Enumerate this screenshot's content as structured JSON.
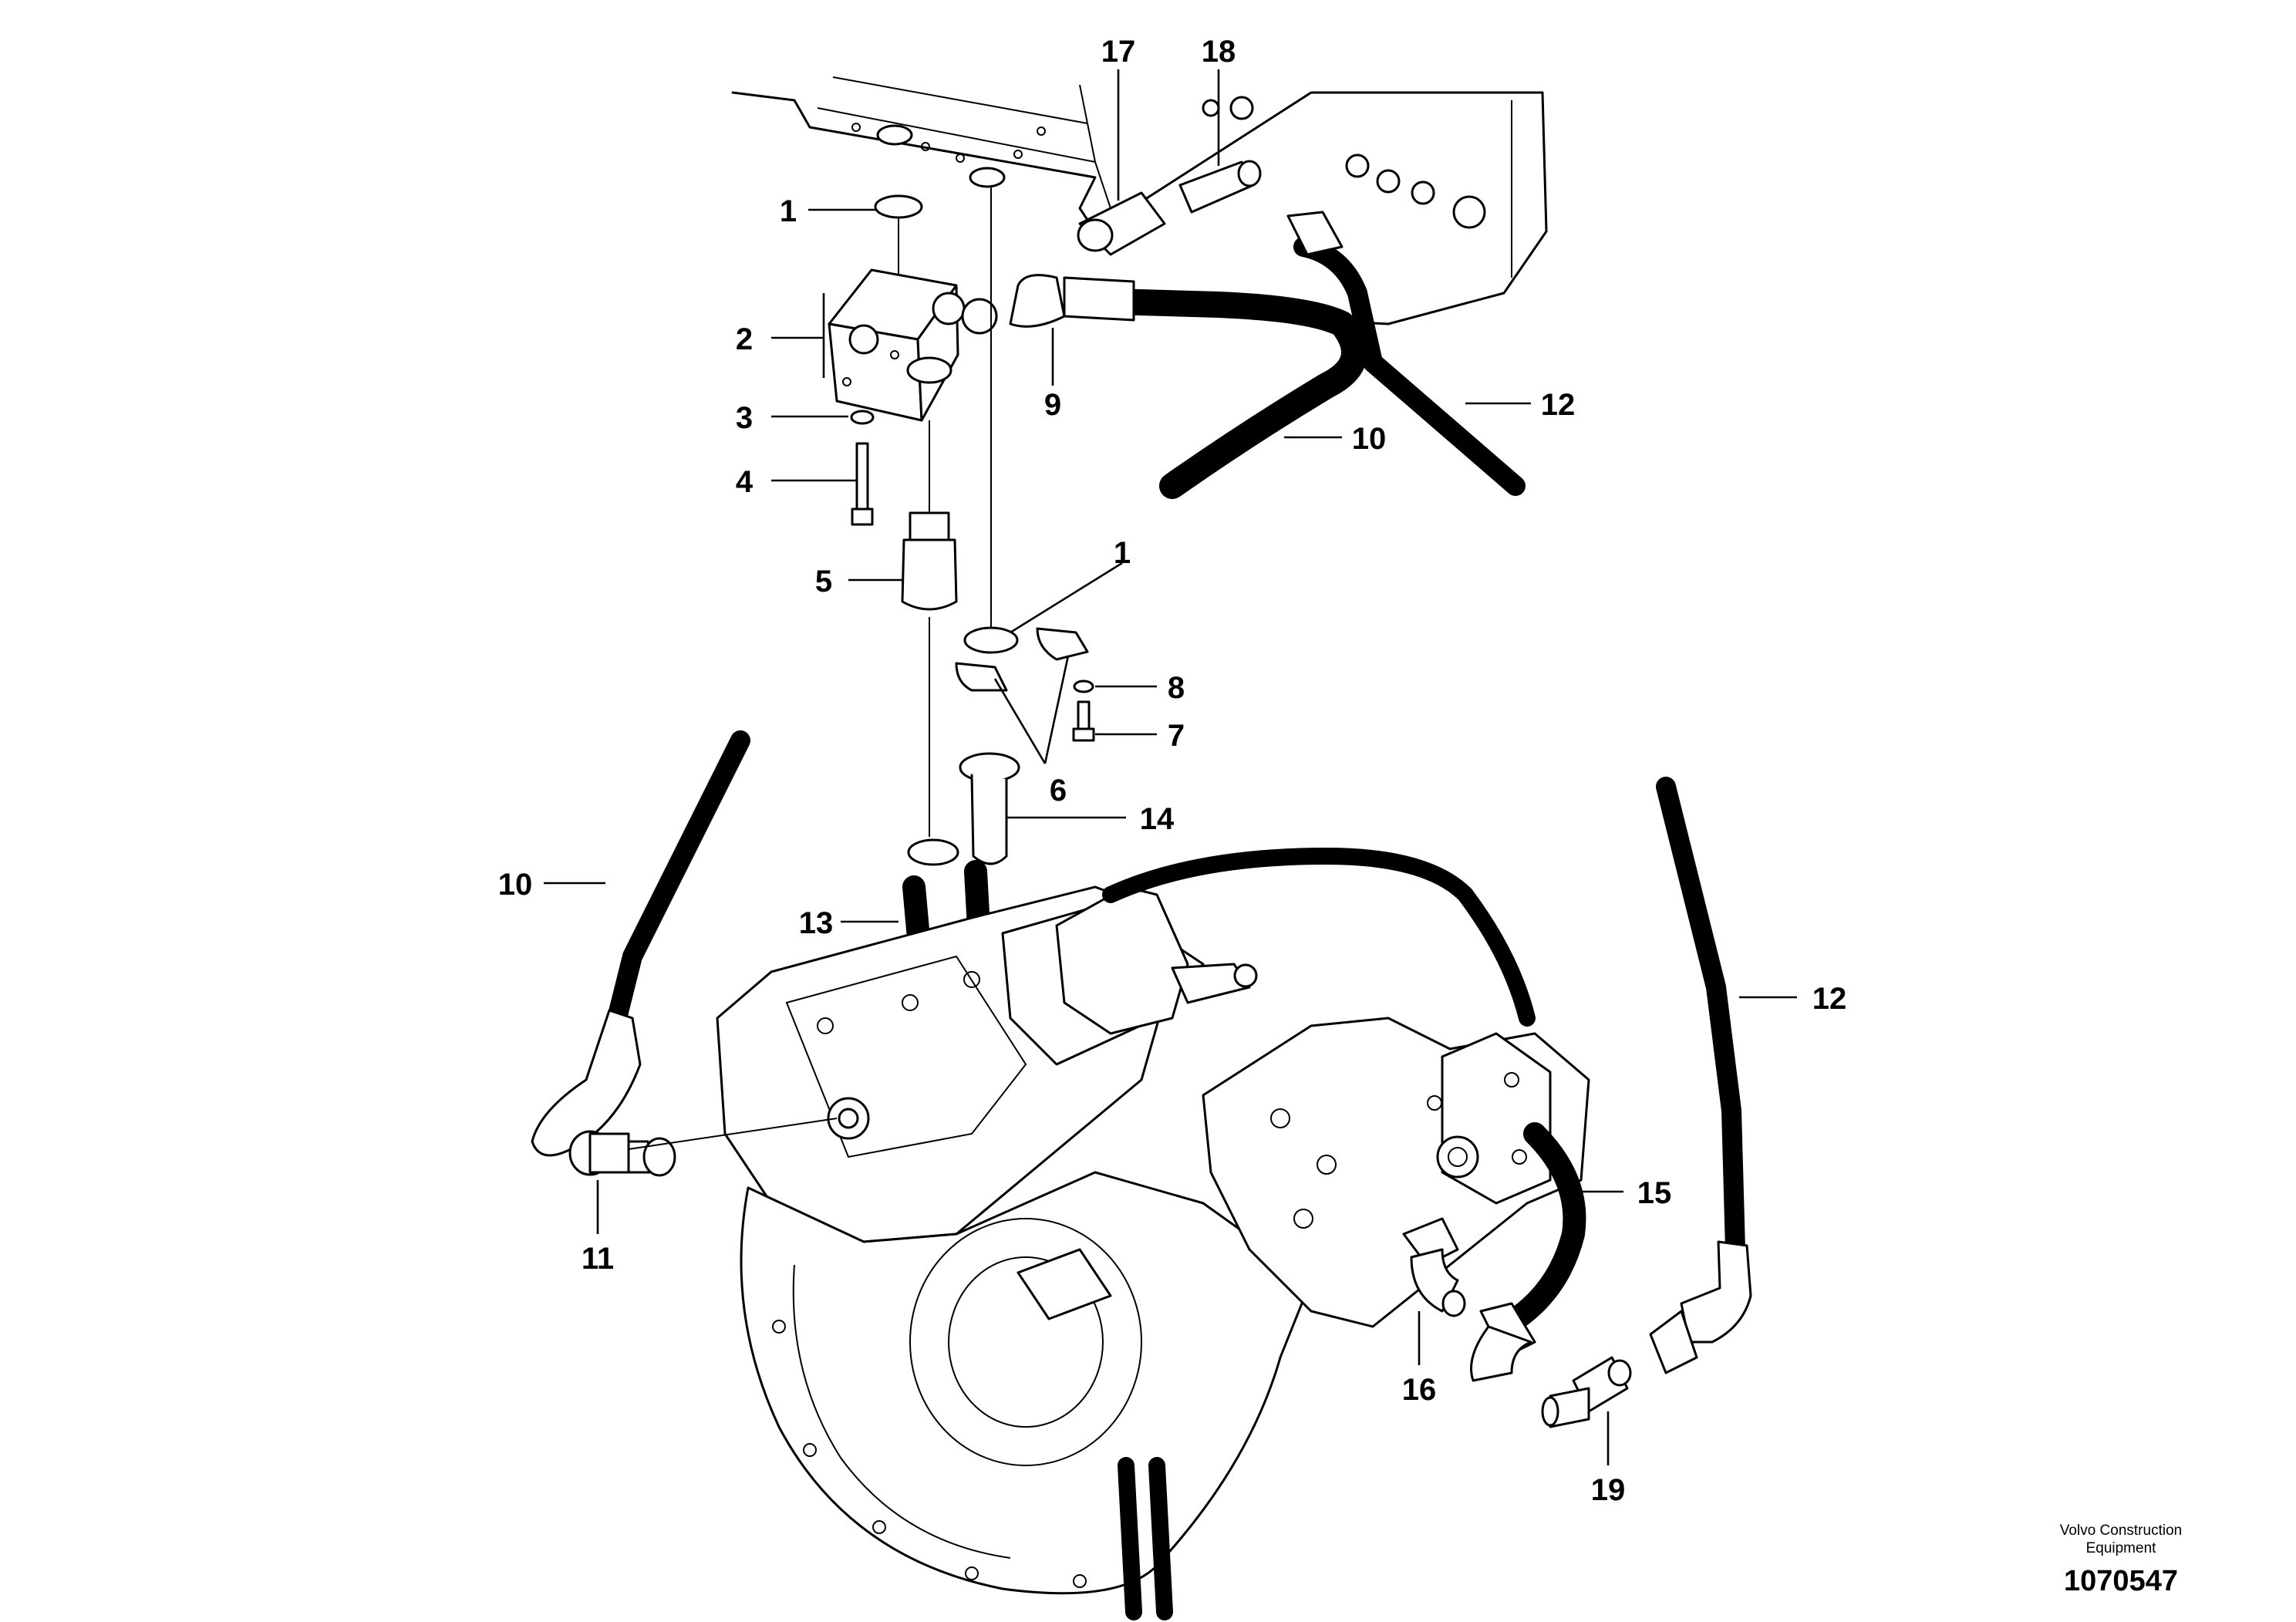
{
  "callouts": [
    {
      "id": "c1a",
      "label": "1"
    },
    {
      "id": "c2",
      "label": "2"
    },
    {
      "id": "c3",
      "label": "3"
    },
    {
      "id": "c4",
      "label": "4"
    },
    {
      "id": "c5",
      "label": "5"
    },
    {
      "id": "c1b",
      "label": "1"
    },
    {
      "id": "c8",
      "label": "8"
    },
    {
      "id": "c7",
      "label": "7"
    },
    {
      "id": "c6",
      "label": "6"
    },
    {
      "id": "c14",
      "label": "14"
    },
    {
      "id": "c13",
      "label": "13"
    },
    {
      "id": "c10a",
      "label": "10"
    },
    {
      "id": "c10b",
      "label": "10"
    },
    {
      "id": "c9",
      "label": "9"
    },
    {
      "id": "c12a",
      "label": "12"
    },
    {
      "id": "c12b",
      "label": "12"
    },
    {
      "id": "c17",
      "label": "17"
    },
    {
      "id": "c18",
      "label": "18"
    },
    {
      "id": "c11",
      "label": "11"
    },
    {
      "id": "c15",
      "label": "15"
    },
    {
      "id": "c16",
      "label": "16"
    },
    {
      "id": "c19",
      "label": "19"
    }
  ],
  "credit": {
    "line1": "Volvo Construction",
    "line2": "Equipment",
    "figure_number": "1070547"
  }
}
